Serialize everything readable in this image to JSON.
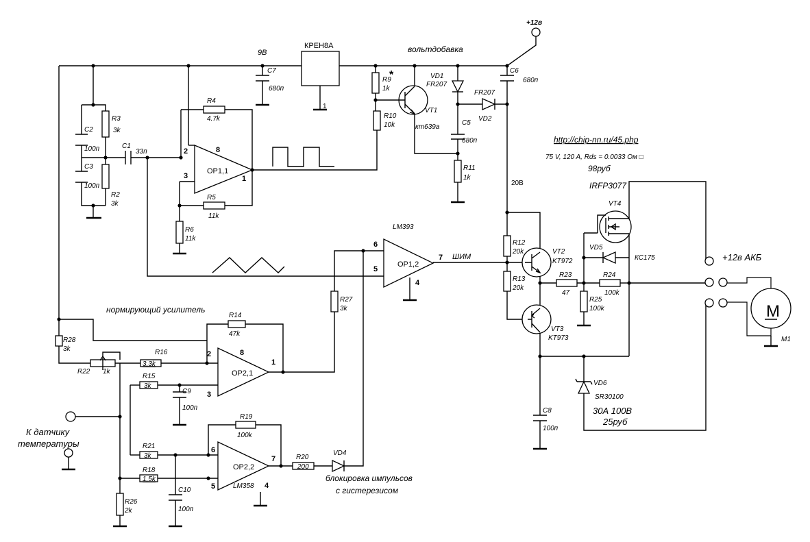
{
  "supply": {
    "plus12": "+12в",
    "v9": "9В",
    "boost": "вольтдобавка",
    "v20": "20В",
    "plus12_batt": "+12в АКБ"
  },
  "chips": {
    "regulator": "КРЕН8А",
    "regulator_pin": "1",
    "op11": "OP1,1",
    "op12": "OP1,2",
    "op21": "OP2,1",
    "op22": "OP2,2",
    "lm393": "LM393",
    "lm358": "LM358"
  },
  "pins": {
    "op11_inv": "2",
    "op11_noninv": "3",
    "op11_out": "1",
    "op11_pwr": "8",
    "op12_inv": "6",
    "op12_noninv": "5",
    "op12_out": "7",
    "op12_gnd": "4",
    "op21_inv": "2",
    "op21_noninv": "3",
    "op21_out": "1",
    "op21_pwr": "8",
    "op22_inv": "6",
    "op22_noninv": "5",
    "op22_out": "7",
    "op22_gnd": "4"
  },
  "resistors": {
    "r2": {
      "name": "R2",
      "value": "3k"
    },
    "r3": {
      "name": "R3",
      "value": "3k"
    },
    "r4": {
      "name": "R4",
      "value": "4.7k"
    },
    "r5": {
      "name": "R5",
      "value": "11k"
    },
    "r6": {
      "name": "R6",
      "value": "11k"
    },
    "r9": {
      "name": "R9",
      "value": "1k"
    },
    "r10": {
      "name": "R10",
      "value": "10k"
    },
    "r11": {
      "name": "R11",
      "value": "1k"
    },
    "r12": {
      "name": "R12",
      "value": "20k"
    },
    "r13": {
      "name": "R13",
      "value": "20k"
    },
    "r14": {
      "name": "R14",
      "value": "47k"
    },
    "r15": {
      "name": "R15",
      "value": "3k"
    },
    "r16": {
      "name": "R16",
      "value": "3,3k"
    },
    "r18": {
      "name": "R18",
      "value": "1,5k"
    },
    "r19": {
      "name": "R19",
      "value": "100k"
    },
    "r20": {
      "name": "R20",
      "value": "200"
    },
    "r21": {
      "name": "R21",
      "value": "3k"
    },
    "r22": {
      "name": "R22",
      "value": "1k"
    },
    "r23": {
      "name": "R23",
      "value": "47"
    },
    "r24": {
      "name": "R24",
      "value": "100k"
    },
    "r25": {
      "name": "R25",
      "value": "100k"
    },
    "r26": {
      "name": "R26",
      "value": "2k"
    },
    "r27": {
      "name": "R27",
      "value": "3k"
    },
    "r28": {
      "name": "R28",
      "value": "3k"
    }
  },
  "capacitors": {
    "c1": {
      "name": "C1",
      "value": "33п"
    },
    "c2": {
      "name": "C2",
      "value": "100п"
    },
    "c3": {
      "name": "C3",
      "value": "100п"
    },
    "c5": {
      "name": "C5",
      "value": "680п"
    },
    "c6": {
      "name": "C6",
      "value": "680п"
    },
    "c7": {
      "name": "C7",
      "value": "680п"
    },
    "c8": {
      "name": "C8",
      "value": "100п"
    },
    "c9": {
      "name": "C9",
      "value": "100п"
    },
    "c10": {
      "name": "C10",
      "value": "100п"
    }
  },
  "semis": {
    "vd1": {
      "name": "VD1",
      "type": "FR207"
    },
    "vd2": {
      "name": "VD2",
      "type": "FR207"
    },
    "vd4": {
      "name": "VD4"
    },
    "vd5": {
      "name": "VD5",
      "type": "КС175"
    },
    "vd6": {
      "name": "VD6",
      "type": "SR30100"
    },
    "vt1": {
      "name": "VT1",
      "type": "кт639а",
      "mark": "*"
    },
    "vt2": {
      "name": "VT2",
      "type": "KT972"
    },
    "vt3": {
      "name": "VT3",
      "type": "KT973"
    },
    "vt4": {
      "name": "VT4",
      "type": "IRFP3077"
    }
  },
  "motor": {
    "name": "M1",
    "symbol": "M"
  },
  "notes": {
    "url": "http://chip-nn.ru/45.php",
    "mosfet_spec": "75 V, 120 A, Rds = 0.0033 Ом □",
    "mosfet_price": "98руб",
    "diode_spec": "30А 100В",
    "diode_price": "25руб",
    "pwm": "ШИМ",
    "norm_amp": "нормирующий усилитель",
    "sensor_1": "К датчику",
    "sensor_2": "температуры",
    "block_1": "блокировка импульсов",
    "block_2": "с гистерезисом"
  }
}
